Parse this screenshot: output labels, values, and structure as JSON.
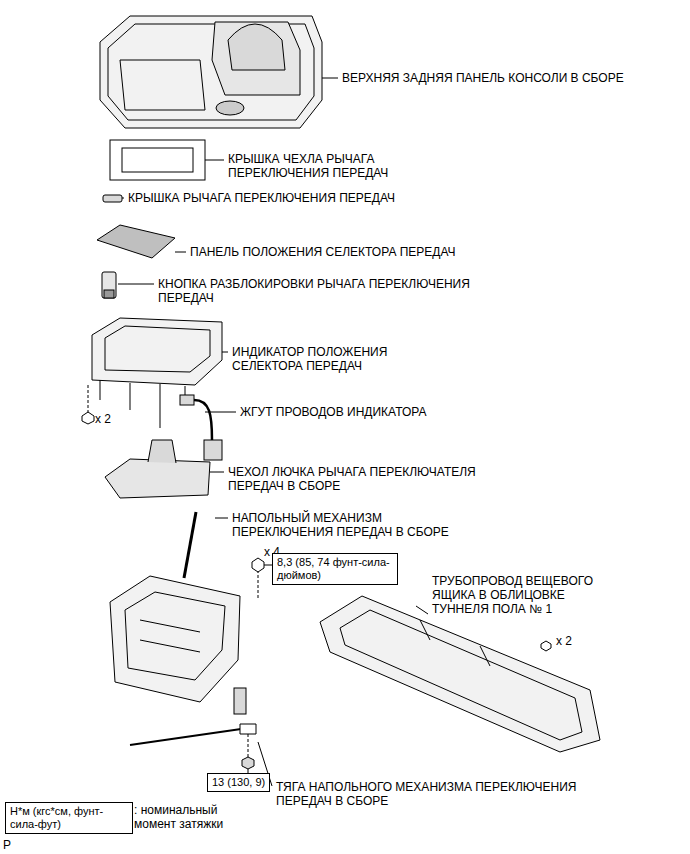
{
  "diagram": {
    "nodes": [
      {
        "text": [
          "8,3 (85, 74 фунт-сила-дюймов)"
        ]
      },
      {
        "text": [
          "13 (130, 9)"
        ]
      },
      {
        "text": [
          "Н*м (кгс*см, фунт-сила-фут)"
        ]
      }
    ],
    "labels": [
      "ВЕРХНЯЯ ЗАДНЯЯ ПАНЕЛЬ КОНСОЛИ В СБОРЕ",
      "КРЫШКА ЧЕХЛА РЫЧАГА ПЕРЕКЛЮЧЕНИЯ ПЕРЕДАЧ",
      "КРЫШКА РЫЧАГА ПЕРЕКЛЮЧЕНИЯ ПЕРЕДАЧ",
      "ПАНЕЛЬ ПОЛОЖЕНИЯ СЕЛЕКТОРА ПЕРЕДАЧ",
      "КНОПКА РАЗБЛОКИРОВКИ РЫЧАГА ПЕРЕКЛЮЧЕНИЯ ПЕРЕДАЧ",
      "ИНДИКАТОР ПОЛОЖЕНИЯ СЕЛЕКТОРА ПЕРЕДАЧ",
      "x 2",
      "ЖГУТ ПРОВОДОВ ИНДИКАТОРА",
      "ЧЕХОЛ ЛЮЧКА РЫЧАГА ПЕРЕКЛЮЧАТЕЛЯ ПЕРЕДАЧ В СБОРЕ",
      "НАПОЛЬНЫЙ МЕХАНИЗМ ПЕРЕКЛЮЧЕНИЯ ПЕРЕДАЧ В СБОРЕ",
      "x 4",
      "ТРУБОПРОВОД ВЕЩЕВОГО ЯЩИКА В ОБЛИЦОВКЕ ТУННЕЛЯ ПОЛА № 1",
      "x 2",
      "ТЯГА НАПОЛЬНОГО МЕХАНИЗМА ПЕРЕКЛЮЧЕНИЯ ПЕРЕДАЧ В СБОРЕ",
      ": номинальный момент затяжки",
      "P"
    ]
  }
}
